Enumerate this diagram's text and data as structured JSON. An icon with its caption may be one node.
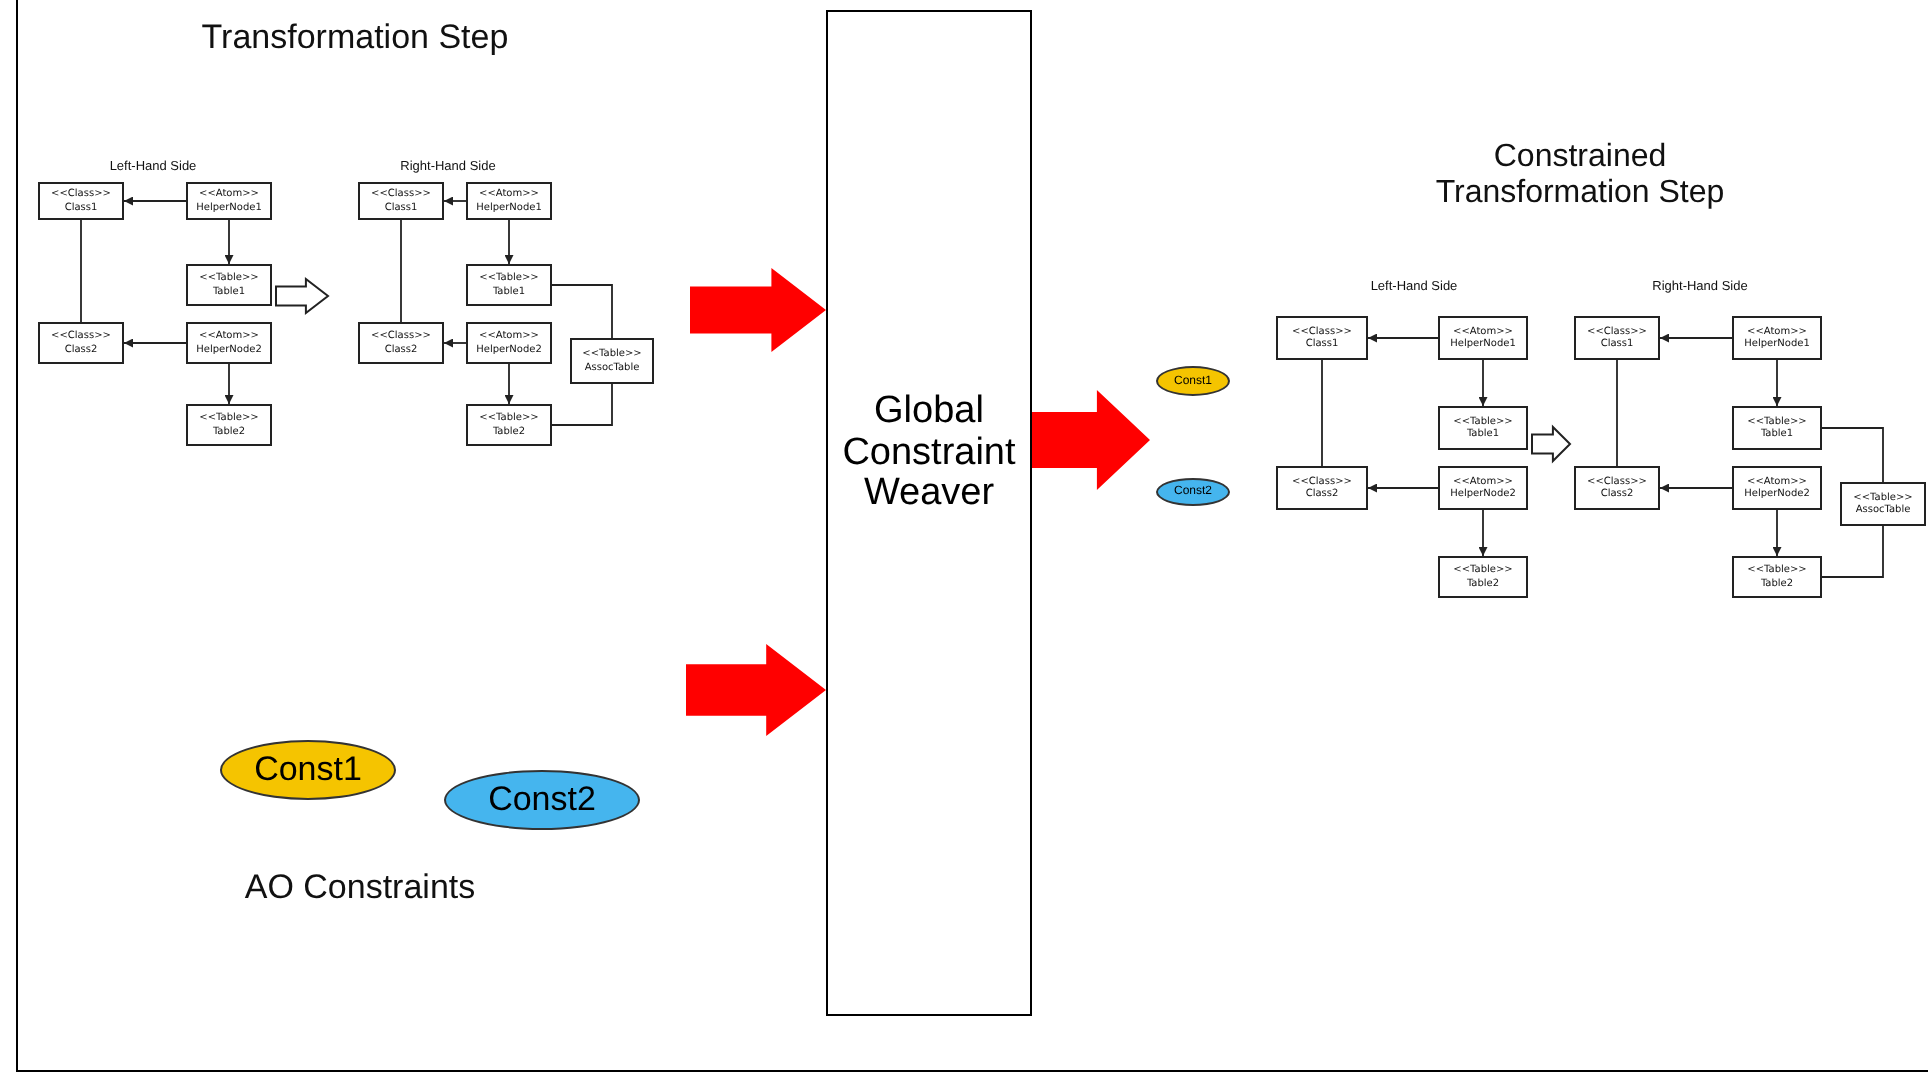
{
  "diagram": {
    "nodes": [
      {
        "text": [
          "Transformation Step"
        ]
      },
      {
        "text": [
          "Left-Hand Side"
        ],
        "in": 0
      },
      {
        "text": [
          "<<Class>>",
          "Class1"
        ],
        "in": 1
      },
      {
        "text": [
          "<<Atom>>",
          "HelperNode1"
        ],
        "in": 1
      },
      {
        "text": [
          "<<Table>>",
          "Table1"
        ],
        "in": 1
      },
      {
        "text": [
          "<<Class>>",
          "Class2"
        ],
        "in": 1
      },
      {
        "text": [
          "<<Atom>>",
          "HelperNode2"
        ],
        "in": 1
      },
      {
        "text": [
          "<<Table>>",
          "Table2"
        ],
        "in": 1
      },
      {
        "text": [
          "Right-Hand Side"
        ],
        "in": 0
      },
      {
        "text": [
          "<<Class>>",
          "Class1"
        ],
        "in": 8
      },
      {
        "text": [
          "<<Atom>>",
          "HelperNode1"
        ],
        "in": 8
      },
      {
        "text": [
          "<<Table>>",
          "Table1"
        ],
        "in": 8
      },
      {
        "text": [
          "<<Table>>",
          "AssocTable"
        ],
        "in": 8
      },
      {
        "text": [
          "<<Class>>",
          "Class2"
        ],
        "in": 8
      },
      {
        "text": [
          "<<Atom>>",
          "HelperNode2"
        ],
        "in": 8
      },
      {
        "text": [
          "<<Table>>",
          "Table2"
        ],
        "in": 8
      },
      {
        "text": [
          "Global Constraint Weaver"
        ]
      },
      {
        "text": [
          "Constrained Transformation Step"
        ]
      },
      {
        "text": [
          "Const1"
        ],
        "in": 17
      },
      {
        "text": [
          "Const2"
        ],
        "in": 17
      },
      {
        "text": [
          "Left-Hand Side"
        ],
        "in": 17
      },
      {
        "text": [
          "<<Class>>",
          "Class1"
        ],
        "in": 20
      },
      {
        "text": [
          "<<Atom>>",
          "HelperNode1"
        ],
        "in": 20
      },
      {
        "text": [
          "<<Table>>",
          "Table1"
        ],
        "in": 20
      },
      {
        "text": [
          "<<Class>>",
          "Class2"
        ],
        "in": 20
      },
      {
        "text": [
          "<<Atom>>",
          "HelperNode2"
        ],
        "in": 20
      },
      {
        "text": [
          "<<Table>>",
          "Table2"
        ],
        "in": 20
      },
      {
        "text": [
          "Right-Hand Side"
        ],
        "in": 17
      },
      {
        "text": [
          "<<Class>>",
          "Class1"
        ],
        "in": 27
      },
      {
        "text": [
          "<<Atom>>",
          "HelperNode1"
        ],
        "in": 27
      },
      {
        "text": [
          "<<Table>>",
          "Table1"
        ],
        "in": 27
      },
      {
        "text": [
          "<<Table>>",
          "AssocTable"
        ],
        "in": 27
      },
      {
        "text": [
          "<<Class>>",
          "Class2"
        ],
        "in": 27
      },
      {
        "text": [
          "<<Atom>>",
          "HelperNode2"
        ],
        "in": 27
      },
      {
        "text": [
          "<<Table>>",
          "Table2"
        ],
        "in": 27
      },
      {
        "text": [
          "AO Constraints"
        ]
      },
      {
        "text": [
          "Const1"
        ],
        "in": 35
      },
      {
        "text": [
          "Const2"
        ],
        "in": 35
      }
    ],
    "edges": [
      {
        "from": 1,
        "to": 8,
        "arrow": "to",
        "style": "thick"
      },
      {
        "from": 3,
        "to": 2,
        "arrow": "to"
      },
      {
        "from": 3,
        "to": 4,
        "arrow": "to"
      },
      {
        "from": 2,
        "to": 5,
        "arrow": "none"
      },
      {
        "from": 6,
        "to": 5,
        "arrow": "to"
      },
      {
        "from": 6,
        "to": 7,
        "arrow": "to"
      },
      {
        "from": 10,
        "to": 9,
        "arrow": "to"
      },
      {
        "from": 10,
        "to": 11,
        "arrow": "to"
      },
      {
        "from": 9,
        "to": 13,
        "arrow": "none"
      },
      {
        "from": 11,
        "to": 12,
        "arrow": "none"
      },
      {
        "from": 14,
        "to": 13,
        "arrow": "to"
      },
      {
        "from": 14,
        "to": 15,
        "arrow": "to"
      },
      {
        "from": 15,
        "to": 12,
        "arrow": "none"
      },
      {
        "from": 20,
        "to": 27,
        "arrow": "to",
        "style": "thick"
      },
      {
        "from": 22,
        "to": 21,
        "arrow": "to"
      },
      {
        "from": 22,
        "to": 23,
        "arrow": "to"
      },
      {
        "from": 21,
        "to": 24,
        "arrow": "none"
      },
      {
        "from": 25,
        "to": 24,
        "arrow": "to"
      },
      {
        "from": 25,
        "to": 26,
        "arrow": "to"
      },
      {
        "from": 29,
        "to": 28,
        "arrow": "to"
      },
      {
        "from": 29,
        "to": 30,
        "arrow": "to"
      },
      {
        "from": 28,
        "to": 32,
        "arrow": "none"
      },
      {
        "from": 30,
        "to": 31,
        "arrow": "none"
      },
      {
        "from": 33,
        "to": 32,
        "arrow": "to"
      },
      {
        "from": 33,
        "to": 34,
        "arrow": "to"
      },
      {
        "from": 34,
        "to": 31,
        "arrow": "none"
      },
      {
        "from": 0,
        "to": 16,
        "arrow": "to",
        "style": "thick",
        "color": "#ff0000"
      },
      {
        "from": 35,
        "to": 16,
        "arrow": "to",
        "style": "thick",
        "color": "#ff0000"
      },
      {
        "from": 16,
        "to": 17,
        "arrow": "to",
        "style": "thick",
        "color": "#ff0000"
      }
    ]
  }
}
